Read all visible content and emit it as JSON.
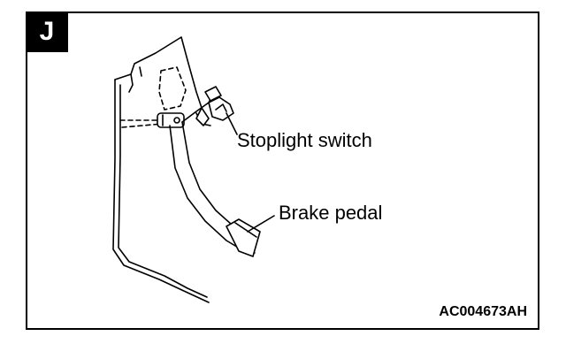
{
  "figure": {
    "view_letter": "J",
    "labels": {
      "stoplight_switch": "Stoplight switch",
      "brake_pedal": "Brake pedal"
    },
    "figure_code": "AC004673AH"
  }
}
